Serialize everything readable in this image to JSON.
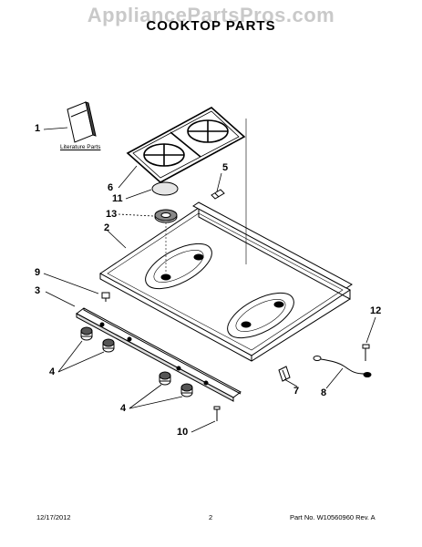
{
  "watermark": "AppliancePartsPros.com",
  "title": "COOKTOP PARTS",
  "literature_label": "Literature Parts",
  "callouts": {
    "c1": "1",
    "c2": "2",
    "c3": "3",
    "c4a": "4",
    "c4b": "4",
    "c5": "5",
    "c6": "6",
    "c7": "7",
    "c8": "8",
    "c9": "9",
    "c10": "10",
    "c11": "11",
    "c12": "12",
    "c13": "13"
  },
  "footer": {
    "date": "12/17/2012",
    "page": "2",
    "part_number": "Part No. W10560960  Rev. A"
  }
}
